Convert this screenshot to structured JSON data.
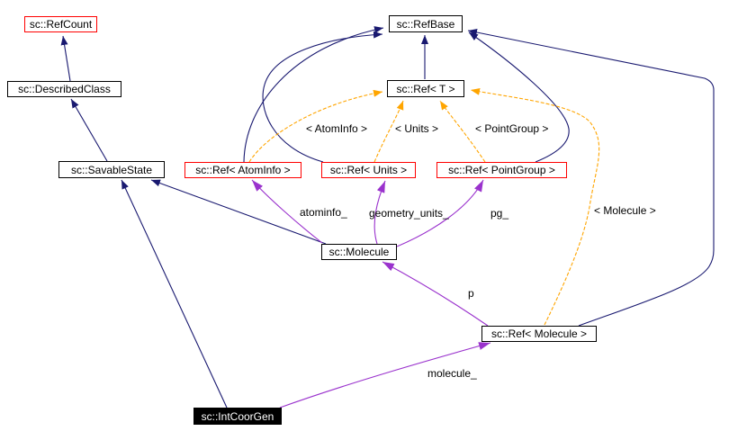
{
  "diagram_type": "class-collaboration-diagram",
  "nodes": {
    "refcount": {
      "label": "sc::RefCount",
      "border": "red"
    },
    "describedclass": {
      "label": "sc::DescribedClass",
      "border": "black"
    },
    "savablestate": {
      "label": "sc::SavableState",
      "border": "black"
    },
    "refbase": {
      "label": "sc::RefBase",
      "border": "black"
    },
    "ref_t": {
      "label": "sc::Ref< T >",
      "border": "black"
    },
    "ref_atominfo": {
      "label": "sc::Ref< AtomInfo >",
      "border": "red"
    },
    "ref_units": {
      "label": "sc::Ref< Units >",
      "border": "red"
    },
    "ref_pointgroup": {
      "label": "sc::Ref< PointGroup >",
      "border": "red"
    },
    "molecule": {
      "label": "sc::Molecule",
      "border": "black"
    },
    "ref_molecule": {
      "label": "sc::Ref< Molecule >",
      "border": "black"
    },
    "intcoorgen": {
      "label": "sc::IntCoorGen",
      "border": "focus"
    }
  },
  "edges": [
    {
      "from": "sc::DescribedClass",
      "to": "sc::RefCount",
      "type": "inheritance"
    },
    {
      "from": "sc::SavableState",
      "to": "sc::DescribedClass",
      "type": "inheritance"
    },
    {
      "from": "sc::Molecule",
      "to": "sc::SavableState",
      "type": "inheritance"
    },
    {
      "from": "sc::IntCoorGen",
      "to": "sc::SavableState",
      "type": "inheritance"
    },
    {
      "from": "sc::Ref< T >",
      "to": "sc::RefBase",
      "type": "inheritance"
    },
    {
      "from": "sc::Ref< AtomInfo >",
      "to": "sc::RefBase",
      "type": "inheritance"
    },
    {
      "from": "sc::Ref< Units >",
      "to": "sc::RefBase",
      "type": "inheritance"
    },
    {
      "from": "sc::Ref< PointGroup >",
      "to": "sc::RefBase",
      "type": "inheritance"
    },
    {
      "from": "sc::Ref< Molecule >",
      "to": "sc::RefBase",
      "type": "inheritance"
    },
    {
      "from": "sc::Ref< AtomInfo >",
      "to": "sc::Ref< T >",
      "type": "template-instance",
      "label": "< AtomInfo >"
    },
    {
      "from": "sc::Ref< Units >",
      "to": "sc::Ref< T >",
      "type": "template-instance",
      "label": "< Units >"
    },
    {
      "from": "sc::Ref< PointGroup >",
      "to": "sc::Ref< T >",
      "type": "template-instance",
      "label": "< PointGroup >"
    },
    {
      "from": "sc::Ref< Molecule >",
      "to": "sc::Ref< T >",
      "type": "template-instance",
      "label": "< Molecule >"
    },
    {
      "from": "sc::Molecule",
      "to": "sc::Ref< AtomInfo >",
      "type": "usage",
      "label": "atominfo_"
    },
    {
      "from": "sc::Molecule",
      "to": "sc::Ref< Units >",
      "type": "usage",
      "label": "geometry_units_"
    },
    {
      "from": "sc::Molecule",
      "to": "sc::Ref< PointGroup >",
      "type": "usage",
      "label": "pg_"
    },
    {
      "from": "sc::Ref< Molecule >",
      "to": "sc::Molecule",
      "type": "usage",
      "label": "p"
    },
    {
      "from": "sc::IntCoorGen",
      "to": "sc::Ref< Molecule >",
      "type": "usage",
      "label": "molecule_"
    }
  ],
  "colors": {
    "inheritance_edge": "#191970",
    "usage_edge": "#9a32cd",
    "template_edge": "#ffa500",
    "truncated_node_border": "#ff0000",
    "node_border": "#000000",
    "focus_node_background": "#000000",
    "focus_node_text": "#ffffff",
    "background": "#ffffff"
  }
}
